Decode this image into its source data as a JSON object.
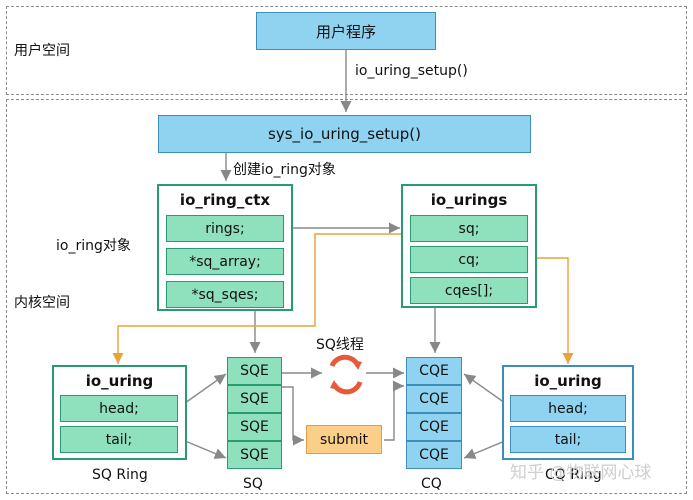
{
  "regions": {
    "user_space": "用户空间",
    "kernel_space": "内核空间"
  },
  "user_program": "用户程序",
  "syscall": "io_uring_setup()",
  "sys_call": "sys_io_uring_setup()",
  "create_label": "创建io_ring对象",
  "io_ring_object_label": "io_ring对象",
  "io_ring_ctx": {
    "title": "io_ring_ctx",
    "fields": [
      "rings;",
      "*sq_array;",
      "*sq_sqes;"
    ]
  },
  "io_urings": {
    "title": "io_urings",
    "fields": [
      "sq;",
      "cq;",
      "cqes[];"
    ]
  },
  "sq_ring": {
    "title": "io_uring",
    "fields": [
      "head;",
      "tail;"
    ],
    "caption": "SQ Ring"
  },
  "cq_ring": {
    "title": "io_uring",
    "fields": [
      "head;",
      "tail;"
    ],
    "caption": "CQ Ring"
  },
  "sq_column": {
    "items": [
      "SQE",
      "SQE",
      "SQE",
      "SQE"
    ],
    "caption": "SQ"
  },
  "cq_column": {
    "items": [
      "CQE",
      "CQE",
      "CQE",
      "CQE"
    ],
    "caption": "CQ"
  },
  "sq_thread": "SQ线程",
  "submit": "submit",
  "watermark": "知乎 @物联网心球",
  "colors": {
    "blue_fill": "#8fd3f0",
    "green_fill": "#8fe0bd",
    "orange_fill": "#fbcf8a",
    "arrow_gray": "#888888",
    "arrow_orange": "#e8a33a"
  }
}
